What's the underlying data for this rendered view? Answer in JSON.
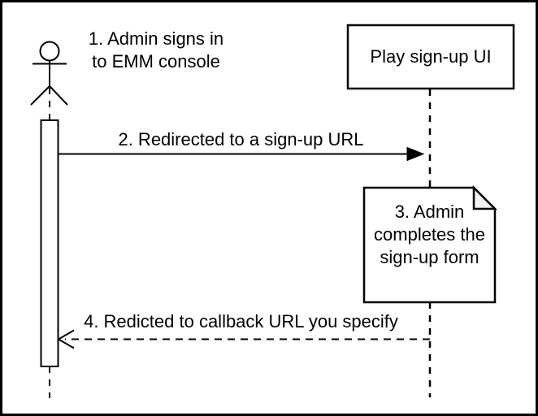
{
  "colors": {
    "line": "#000000",
    "shape_fill": "#ffffff",
    "note_fold_fill": "#f2f2f2",
    "background": "#ffffff"
  },
  "diagram": {
    "type": "uml-sequence",
    "actor_annotation": {
      "lines": [
        "1. Admin signs in",
        "to EMM console"
      ]
    },
    "participant": {
      "label": "Play sign-up UI"
    },
    "message2": {
      "label": "2. Redirected to a sign-up URL",
      "line_style": "solid",
      "arrowhead": "filled",
      "direction": "left-to-right"
    },
    "note": {
      "lines": [
        "3. Admin",
        "completes the",
        "sign-up form"
      ]
    },
    "message4": {
      "label": "4. Redicted to callback URL you specify",
      "line_style": "dashed",
      "arrowhead": "open",
      "direction": "right-to-left"
    }
  }
}
